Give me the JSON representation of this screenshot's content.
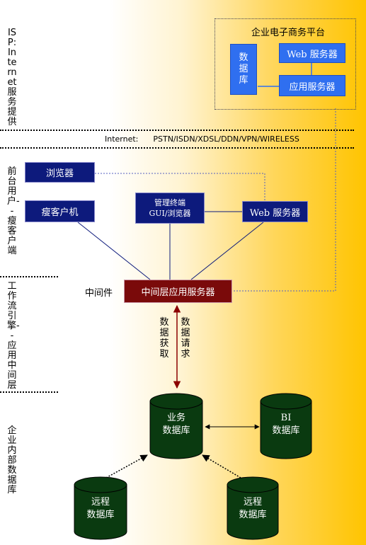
{
  "sections": {
    "isp": "ISP:Internet服务提供",
    "front": "前台用户--瘦客户端",
    "workflow": "工作流引擎--应用中间层",
    "enterprise": "企业内部数据库"
  },
  "internet_line": "Internet:      PSTN/ISDN/XDSL/DDN/VPN/WIRELESS",
  "platform": {
    "title": "企业电子商务平台",
    "database": "数据库",
    "web_server": "Web 服务器",
    "app_server": "应用服务器"
  },
  "front": {
    "browser": "浏览器",
    "thin_client": "瘦客户机",
    "mgmt_line1": "管理终端",
    "mgmt_line2": "GUI/浏览器",
    "web_server": "Web 服务器"
  },
  "middleware_label": "中间件",
  "middle_server": "中间层应用服务器",
  "data_fetch": "数据获取",
  "data_request": "数据请求",
  "db": {
    "business_l1": "业务",
    "business_l2": "数据库",
    "bi_l1": "BI",
    "bi_l2": "数据库",
    "remote1_l1": "远程",
    "remote1_l2": "数据库",
    "remote2_l1": "远程",
    "remote2_l2": "数据库"
  }
}
